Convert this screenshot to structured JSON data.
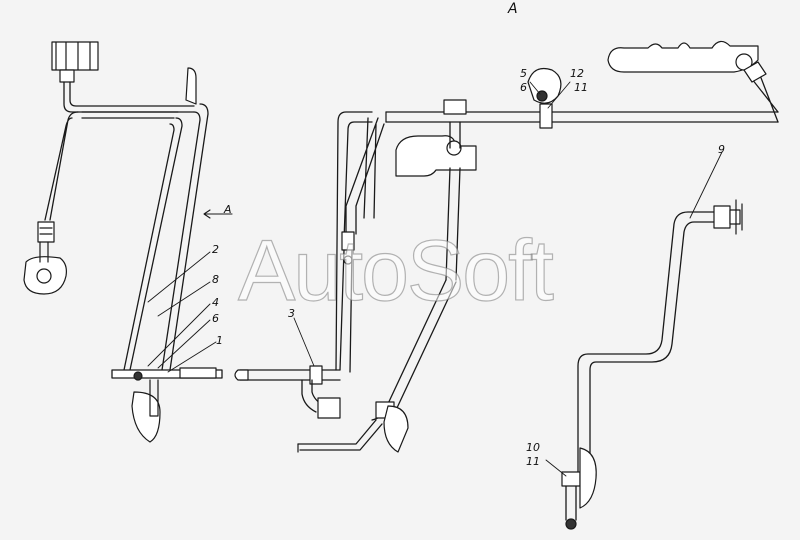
{
  "view_label": "A",
  "view_arrow_label": "A",
  "watermark": "AutoSoft",
  "callouts": {
    "c1": "1",
    "c2": "2",
    "c3": "3",
    "c4": "4",
    "c5": "5",
    "c6_left": "6",
    "c6_right": "6",
    "c8": "8",
    "c9": "9",
    "c10": "10",
    "c11_top": "11",
    "c11_bottom": "11",
    "c12": "12"
  }
}
